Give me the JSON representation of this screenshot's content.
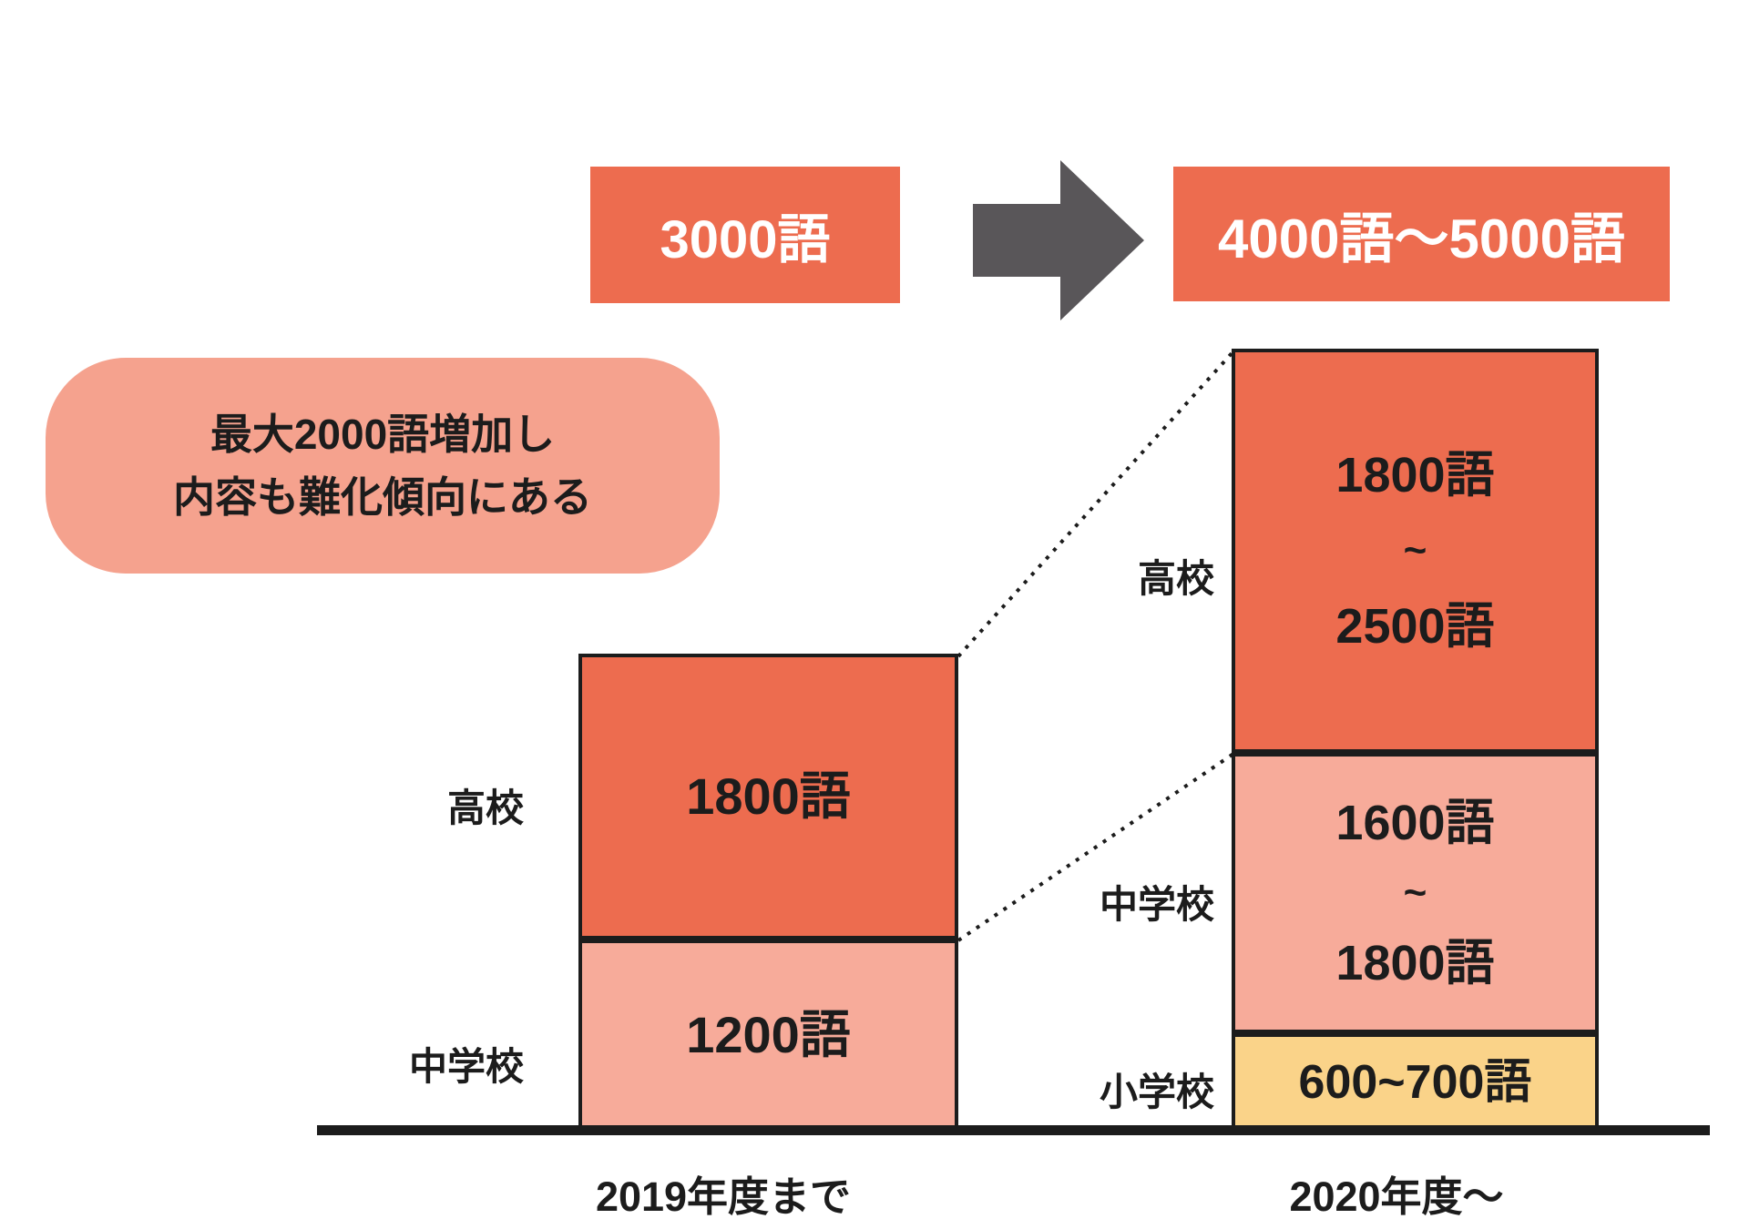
{
  "header": {
    "before_total": "3000語",
    "after_total": "4000語〜5000語"
  },
  "callout": {
    "line1": "最大2000語増加し",
    "line2": "内容も難化傾向にある"
  },
  "left_bar": {
    "axis_label": "2019年度まで",
    "segments": [
      {
        "school": "高校",
        "value": "1800語"
      },
      {
        "school": "中学校",
        "value": "1200語"
      }
    ]
  },
  "right_bar": {
    "axis_label": "2020年度〜",
    "segments": [
      {
        "school": "高校",
        "range_from": "1800語",
        "range_tilde": "~",
        "range_to": "2500語"
      },
      {
        "school": "中学校",
        "range_from": "1600語",
        "range_tilde": "~",
        "range_to": "1800語"
      },
      {
        "school": "小学校",
        "value": "600~700語"
      }
    ]
  },
  "colors": {
    "orange": "#ED6C4F",
    "pink": "#F7AB9A",
    "bubble_pink": "#F5A28E",
    "yellow": "#FAD389",
    "arrow_gray": "#595659",
    "ink": "#1C1C1C"
  },
  "chart_data": {
    "type": "bar",
    "subtype": "stacked",
    "title": "",
    "categories": [
      "2019年度まで",
      "2020年度〜"
    ],
    "series": [
      {
        "name": "小学校",
        "values": [
          0,
          700
        ],
        "value_labels": [
          "",
          "600~700語"
        ]
      },
      {
        "name": "中学校",
        "values": [
          1200,
          1800
        ],
        "value_labels": [
          "1200語",
          "1600語〜1800語"
        ]
      },
      {
        "name": "高校",
        "values": [
          1800,
          2500
        ],
        "value_labels": [
          "1800語",
          "1800語〜2500語"
        ]
      }
    ],
    "totals": {
      "values": [
        3000,
        5000
      ],
      "labels": [
        "3000語",
        "4000語〜5000語"
      ]
    },
    "annotation": "最大2000語増加し内容も難化傾向にある",
    "legend_position": "none",
    "grid": false,
    "ylim": [
      0,
      5000
    ]
  }
}
